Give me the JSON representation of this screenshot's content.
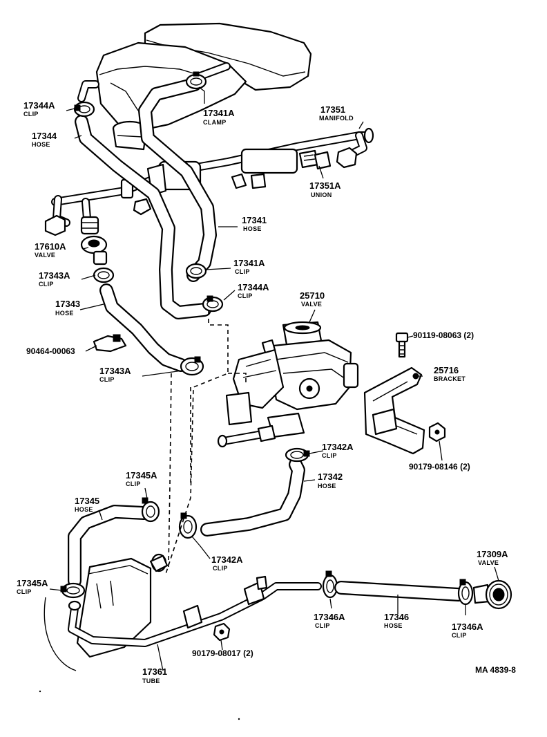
{
  "labels": {
    "p17344a_top": {
      "number": "17344A",
      "name": "CLIP"
    },
    "p17344": {
      "number": "17344",
      "name": "HOSE"
    },
    "p17341a_clamp": {
      "number": "17341A",
      "name": "CLAMP"
    },
    "p17351": {
      "number": "17351",
      "name": "MANIFOLD"
    },
    "p17351a": {
      "number": "17351A",
      "name": "UNION"
    },
    "p17341": {
      "number": "17341",
      "name": "HOSE"
    },
    "p17610a": {
      "number": "17610A",
      "name": "VALVE"
    },
    "p17343a_top": {
      "number": "17343A",
      "name": "CLIP"
    },
    "p17341a_clip": {
      "number": "17341A",
      "name": "CLIP"
    },
    "p17344a_mid": {
      "number": "17344A",
      "name": "CLIP"
    },
    "p25710": {
      "number": "25710",
      "name": "VALVE"
    },
    "p17343": {
      "number": "17343",
      "name": "HOSE"
    },
    "p90119": {
      "ref": "90119-08063 (2)"
    },
    "p90464": {
      "ref": "90464-00063"
    },
    "p25716": {
      "number": "25716",
      "name": "BRACKET"
    },
    "p17343a_bot": {
      "number": "17343A",
      "name": "CLIP"
    },
    "p17342a_top": {
      "number": "17342A",
      "name": "CLIP"
    },
    "p90179_08146": {
      "ref": "90179-08146 (2)"
    },
    "p17345a_top": {
      "number": "17345A",
      "name": "CLIP"
    },
    "p17342": {
      "number": "17342",
      "name": "HOSE"
    },
    "p17345": {
      "number": "17345",
      "name": "HOSE"
    },
    "p17342a_bot": {
      "number": "17342A",
      "name": "CLIP"
    },
    "p17309a": {
      "number": "17309A",
      "name": "VALVE"
    },
    "p17345a_bot": {
      "number": "17345A",
      "name": "CLIP"
    },
    "p17346a_left": {
      "number": "17346A",
      "name": "CLIP"
    },
    "p17346": {
      "number": "17346",
      "name": "HOSE"
    },
    "p17346a_right": {
      "number": "17346A",
      "name": "CLIP"
    },
    "p90179_08017": {
      "ref": "90179-08017 (2)"
    },
    "p17361": {
      "number": "17361",
      "name": "TUBE"
    }
  },
  "diagram_code": "MA  4839-8"
}
